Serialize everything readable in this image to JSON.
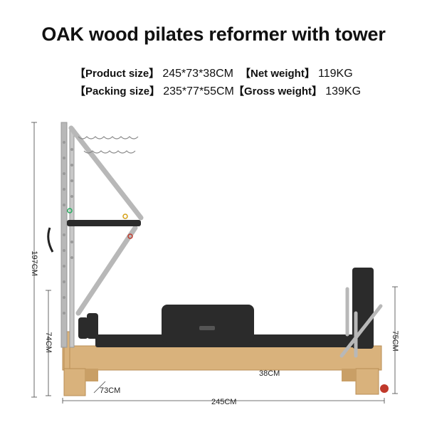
{
  "title": "OAK wood pilates reformer with tower",
  "specs": {
    "product_size_label": "【Product size】",
    "product_size_value": "245*73*38CM",
    "net_weight_label": "【Net weight】",
    "net_weight_value": "119KG",
    "packing_size_label": "【Packing size】",
    "packing_size_value": "235*77*55CM",
    "gross_weight_label": "【Gross weight】",
    "gross_weight_value": "139KG"
  },
  "dimensions": {
    "tower_height": "197CM",
    "frame_height_left": "74CM",
    "frame_height_right": "75CM",
    "bed_height": "38CM",
    "width": "73CM",
    "length": "245CM"
  },
  "colors": {
    "oak": "#d9b27c",
    "oak_dark": "#b98d55",
    "upholstery": "#2b2b2b",
    "steel": "#b8b8b8"
  }
}
